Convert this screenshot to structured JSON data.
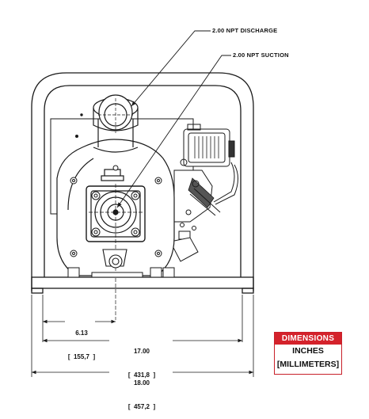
{
  "callouts": {
    "discharge": "2.00 NPT DISCHARGE",
    "suction": "2.00 NPT SUCTION"
  },
  "dimensions": {
    "inlet_offset": {
      "inches": "6.13",
      "millimeters": "[  155,7  ]"
    },
    "base_width": {
      "inches": "17.00",
      "millimeters": "[  431,8  ]"
    },
    "overall_width": {
      "inches": "18.00",
      "millimeters": "[  457,2  ]"
    }
  },
  "legend": {
    "title": "DIMENSIONS",
    "primary_unit": "INCHES",
    "secondary_unit": "[MILLIMETERS]"
  },
  "colors": {
    "legend_accent": "#d4222b",
    "line": "#1a1a1a"
  }
}
